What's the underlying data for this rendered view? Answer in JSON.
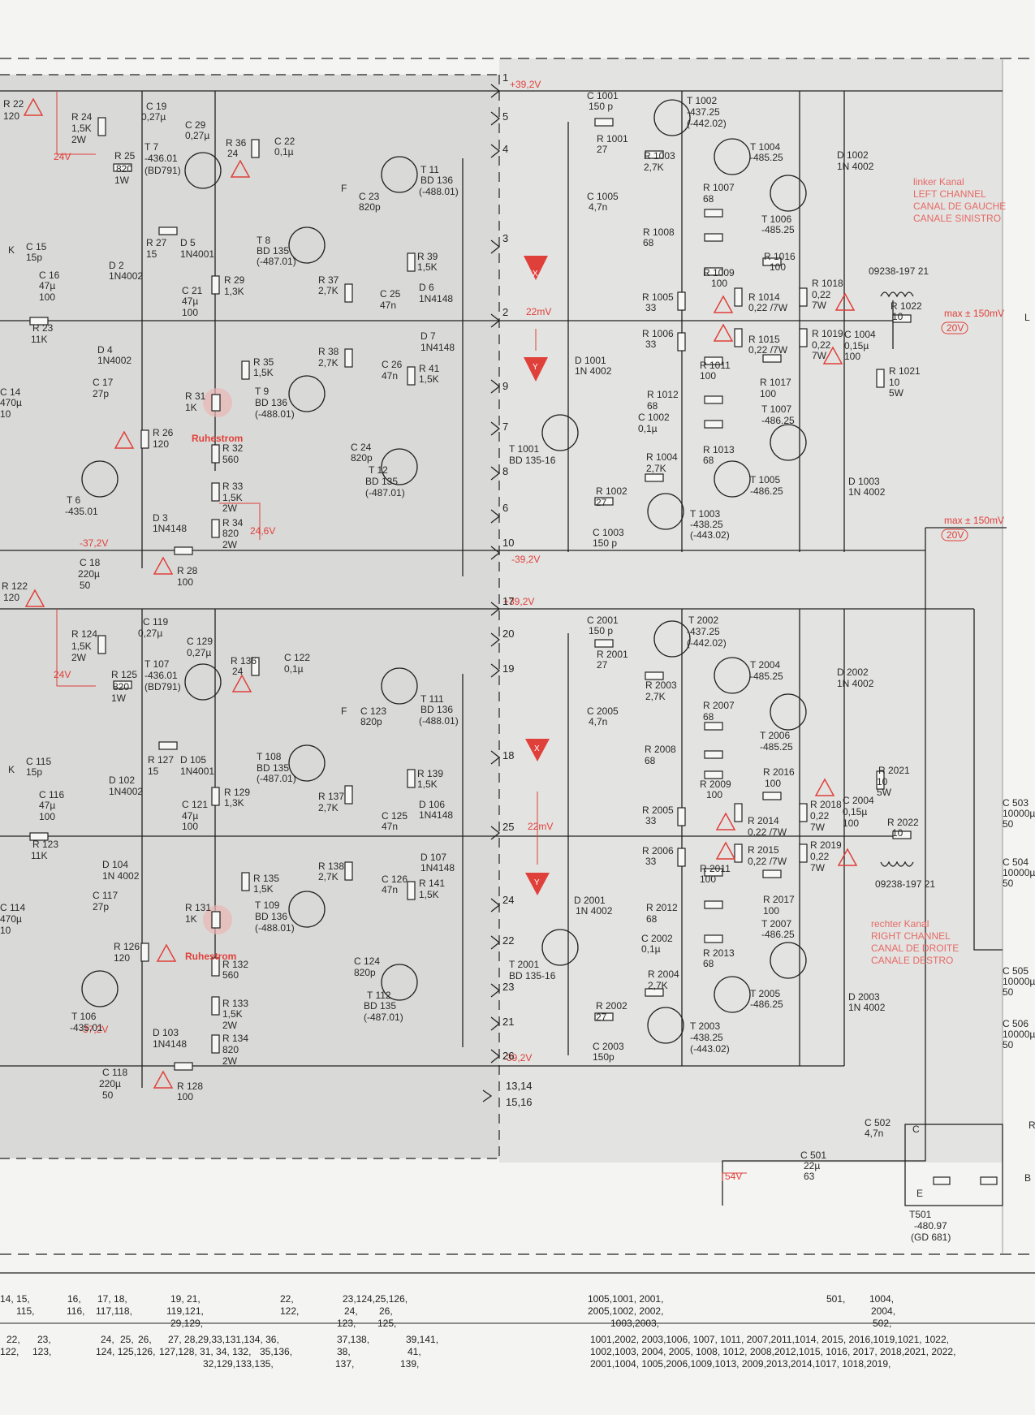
{
  "left_channel": [
    "linker Kanal",
    "LEFT CHANNEL",
    "CANAL DE GAUCHE",
    "CANALE SINISTRO"
  ],
  "right_channel": [
    "rechter Kanal",
    "RIGHT CHANNEL",
    "CANAL DE DROITE",
    "CANALE DESTRO"
  ],
  "voltages": {
    "pos_top": "+39,2V",
    "neg_top": "-39,2V",
    "pos_bot": "+39,2V",
    "neg_bot": "-39,2V",
    "v24_top": "24V",
    "v24_bot": "24V",
    "vneg37_top": "-37,2V",
    "vneg37_bot": "-37,2V",
    "v246": "24,6V",
    "v22_top": "22mV",
    "v22_bot": "22mV",
    "v54": "54V",
    "max_top": "max ± 150mV",
    "max_mid": "max ± 150mV",
    "v20_top": "20V",
    "v20_mid": "20V"
  },
  "ruhestrom": "Ruhestrom",
  "markers": {
    "x": "X",
    "y": "Y"
  },
  "pins_top": [
    "1",
    "5",
    "4",
    "3",
    "2",
    "9",
    "7",
    "8",
    "6",
    "10"
  ],
  "pins_bot": [
    "17",
    "20",
    "19",
    "18",
    "25",
    "24",
    "22",
    "23",
    "21",
    "26"
  ],
  "pins_extra": [
    "13,14",
    "15,16"
  ],
  "coil_top": "09238-197 21",
  "coil_bot": "09238-197 21",
  "components_left_top": [
    {
      "t": "R 22"
    },
    {
      "t": "120"
    },
    {
      "t": "R 24"
    },
    {
      "t": "1,5K"
    },
    {
      "t": "2W"
    },
    {
      "t": "C 19"
    },
    {
      "t": "0,27µ"
    },
    {
      "t": "C 29"
    },
    {
      "t": "0,27µ"
    },
    {
      "t": "R 25"
    },
    {
      "t": "820"
    },
    {
      "t": "1W"
    },
    {
      "t": "T 7"
    },
    {
      "t": "-436.01"
    },
    {
      "t": "(BD791)"
    },
    {
      "t": "R 36"
    },
    {
      "t": "24"
    },
    {
      "t": "C 22"
    },
    {
      "t": "0,1µ"
    },
    {
      "t": "T 11"
    },
    {
      "t": "BD 136"
    },
    {
      "t": "(-488.01)"
    },
    {
      "t": "C 23"
    },
    {
      "t": "820p"
    },
    {
      "t": "C 15"
    },
    {
      "t": "15p"
    },
    {
      "t": "R 27"
    },
    {
      "t": "15"
    },
    {
      "t": "D 5"
    },
    {
      "t": "1N4001"
    },
    {
      "t": "T 8"
    },
    {
      "t": "BD 135"
    },
    {
      "t": "(-487.01)"
    },
    {
      "t": "R 39"
    },
    {
      "t": "1,5K"
    },
    {
      "t": "C 16"
    },
    {
      "t": "47µ"
    },
    {
      "t": "100"
    },
    {
      "t": "D 2"
    },
    {
      "t": "1N4002"
    },
    {
      "t": "R 29"
    },
    {
      "t": "1,3K"
    },
    {
      "t": "R 37"
    },
    {
      "t": "2,7K"
    },
    {
      "t": "C 25"
    },
    {
      "t": "47n"
    },
    {
      "t": "D 6"
    },
    {
      "t": "1N4148"
    },
    {
      "t": "C 21"
    },
    {
      "t": "47µ"
    },
    {
      "t": "100"
    },
    {
      "t": "R 23"
    },
    {
      "t": "11K"
    },
    {
      "t": "D 7"
    },
    {
      "t": "1N4148"
    },
    {
      "t": "D 4"
    },
    {
      "t": "1N4002"
    },
    {
      "t": "R 38"
    },
    {
      "t": "2,7K"
    },
    {
      "t": "C 26"
    },
    {
      "t": "47n"
    },
    {
      "t": "R 41"
    },
    {
      "t": "1,5K"
    },
    {
      "t": "R 35"
    },
    {
      "t": "1,5K"
    },
    {
      "t": "C 14"
    },
    {
      "t": "470µ"
    },
    {
      "t": "10"
    },
    {
      "t": "C 17"
    },
    {
      "t": "27p"
    },
    {
      "t": "R 31"
    },
    {
      "t": "1K"
    },
    {
      "t": "T 9"
    },
    {
      "t": "BD 136"
    },
    {
      "t": "(-488.01)"
    },
    {
      "t": "R 26"
    },
    {
      "t": "120"
    },
    {
      "t": "C 24"
    },
    {
      "t": "820p"
    },
    {
      "t": "R 32"
    },
    {
      "t": "560"
    },
    {
      "t": "T 12"
    },
    {
      "t": "BD 135"
    },
    {
      "t": "(-487.01)"
    },
    {
      "t": "T 6"
    },
    {
      "t": "-435.01"
    },
    {
      "t": "R 33"
    },
    {
      "t": "1,5K"
    },
    {
      "t": "2W"
    },
    {
      "t": "D 3"
    },
    {
      "t": "1N4148"
    },
    {
      "t": "R 34"
    },
    {
      "t": "820"
    },
    {
      "t": "2W"
    },
    {
      "t": "C 18"
    },
    {
      "t": "220µ"
    },
    {
      "t": "50"
    },
    {
      "t": "R 28"
    },
    {
      "t": "100"
    },
    {
      "t": "K"
    },
    {
      "t": "F"
    }
  ],
  "components_left_bot": [
    {
      "t": "R 122"
    },
    {
      "t": "120"
    },
    {
      "t": "R 124"
    },
    {
      "t": "1,5K"
    },
    {
      "t": "2W"
    },
    {
      "t": "C 119"
    },
    {
      "t": "0,27µ"
    },
    {
      "t": "C 129"
    },
    {
      "t": "0,27µ"
    },
    {
      "t": "R 125"
    },
    {
      "t": "820"
    },
    {
      "t": "1W"
    },
    {
      "t": "T 107"
    },
    {
      "t": "-436.01"
    },
    {
      "t": "(BD791)"
    },
    {
      "t": "R 136"
    },
    {
      "t": "24"
    },
    {
      "t": "C 122"
    },
    {
      "t": "0,1µ"
    },
    {
      "t": "T 111"
    },
    {
      "t": "BD 136"
    },
    {
      "t": "(-488.01)"
    },
    {
      "t": "C 123"
    },
    {
      "t": "820p"
    },
    {
      "t": "C 115"
    },
    {
      "t": "15p"
    },
    {
      "t": "R 127"
    },
    {
      "t": "15"
    },
    {
      "t": "D 105"
    },
    {
      "t": "1N4001"
    },
    {
      "t": "T 108"
    },
    {
      "t": "BD 135"
    },
    {
      "t": "(-487.01)"
    },
    {
      "t": "R 139"
    },
    {
      "t": "1,5K"
    },
    {
      "t": "C 116"
    },
    {
      "t": "47µ"
    },
    {
      "t": "100"
    },
    {
      "t": "D 102"
    },
    {
      "t": "1N4002"
    },
    {
      "t": "R 129"
    },
    {
      "t": "1,3K"
    },
    {
      "t": "R 137"
    },
    {
      "t": "2,7K"
    },
    {
      "t": "C 125"
    },
    {
      "t": "47n"
    },
    {
      "t": "D 106"
    },
    {
      "t": "1N4148"
    },
    {
      "t": "C 121"
    },
    {
      "t": "47µ"
    },
    {
      "t": "100"
    },
    {
      "t": "R 123"
    },
    {
      "t": "11K"
    },
    {
      "t": "D 107"
    },
    {
      "t": "1N4148"
    },
    {
      "t": "D 104"
    },
    {
      "t": "1N 4002"
    },
    {
      "t": "R 138"
    },
    {
      "t": "2,7K"
    },
    {
      "t": "C 126"
    },
    {
      "t": "47n"
    },
    {
      "t": "R 141"
    },
    {
      "t": "1,5K"
    },
    {
      "t": "R 135"
    },
    {
      "t": "1,5K"
    },
    {
      "t": "C 114"
    },
    {
      "t": "470µ"
    },
    {
      "t": "10"
    },
    {
      "t": "C 117"
    },
    {
      "t": "27p"
    },
    {
      "t": "R 131"
    },
    {
      "t": "1K"
    },
    {
      "t": "T 109"
    },
    {
      "t": "BD 136"
    },
    {
      "t": "(-488.01)"
    },
    {
      "t": "R 126"
    },
    {
      "t": "120"
    },
    {
      "t": "C 124"
    },
    {
      "t": "820p"
    },
    {
      "t": "R 132"
    },
    {
      "t": "560"
    },
    {
      "t": "T 112"
    },
    {
      "t": "BD 135"
    },
    {
      "t": "(-487.01)"
    },
    {
      "t": "T 106"
    },
    {
      "t": "-435.01"
    },
    {
      "t": "R 133"
    },
    {
      "t": "1,5K"
    },
    {
      "t": "2W"
    },
    {
      "t": "D 103"
    },
    {
      "t": "1N4148"
    },
    {
      "t": "R 134"
    },
    {
      "t": "820"
    },
    {
      "t": "2W"
    },
    {
      "t": "C 118"
    },
    {
      "t": "220µ"
    },
    {
      "t": "50"
    },
    {
      "t": "R 128"
    },
    {
      "t": "100"
    },
    {
      "t": "K"
    },
    {
      "t": "F"
    }
  ],
  "components_right_top": [
    {
      "t": "C 1001"
    },
    {
      "t": "150 p"
    },
    {
      "t": "R 1001"
    },
    {
      "t": "27"
    },
    {
      "t": "T 1002"
    },
    {
      "t": "-437.25"
    },
    {
      "t": "(-442.02)"
    },
    {
      "t": "T 1004"
    },
    {
      "t": "-485.25"
    },
    {
      "t": "D 1002"
    },
    {
      "t": "1N 4002"
    },
    {
      "t": "R 1003"
    },
    {
      "t": "2,7K"
    },
    {
      "t": "C 1005"
    },
    {
      "t": "4,7n"
    },
    {
      "t": "R 1007"
    },
    {
      "t": "68"
    },
    {
      "t": "T 1006"
    },
    {
      "t": "-485.25"
    },
    {
      "t": "R 1008"
    },
    {
      "t": "68"
    },
    {
      "t": "R 1016"
    },
    {
      "t": "100"
    },
    {
      "t": "R 1009"
    },
    {
      "t": "100"
    },
    {
      "t": "R 1018"
    },
    {
      "t": "0,22"
    },
    {
      "t": "7W"
    },
    {
      "t": "R 1005"
    },
    {
      "t": "33"
    },
    {
      "t": "R 1014"
    },
    {
      "t": "0,22 /7W"
    },
    {
      "t": "R 1022"
    },
    {
      "t": "10"
    },
    {
      "t": "R 1006"
    },
    {
      "t": "33"
    },
    {
      "t": "R 1015"
    },
    {
      "t": "0,22 /7W"
    },
    {
      "t": "R 1019"
    },
    {
      "t": "0,22"
    },
    {
      "t": "7W"
    },
    {
      "t": "C 1004"
    },
    {
      "t": "0,15µ"
    },
    {
      "t": "100"
    },
    {
      "t": "D 1001"
    },
    {
      "t": "1N 4002"
    },
    {
      "t": "R 1011"
    },
    {
      "t": "100"
    },
    {
      "t": "R 1017"
    },
    {
      "t": "100"
    },
    {
      "t": "R 1021"
    },
    {
      "t": "10"
    },
    {
      "t": "5W"
    },
    {
      "t": "R 1012"
    },
    {
      "t": "68"
    },
    {
      "t": "T 1007"
    },
    {
      "t": "-486.25"
    },
    {
      "t": "T 1001"
    },
    {
      "t": "BD 135-16"
    },
    {
      "t": "C 1002"
    },
    {
      "t": "0,1µ"
    },
    {
      "t": "R 1013"
    },
    {
      "t": "68"
    },
    {
      "t": "R 1004"
    },
    {
      "t": "2,7K"
    },
    {
      "t": "T 1005"
    },
    {
      "t": "-486.25"
    },
    {
      "t": "D 1003"
    },
    {
      "t": "1N 4002"
    },
    {
      "t": "R 1002"
    },
    {
      "t": "27"
    },
    {
      "t": "T 1003"
    },
    {
      "t": "-438.25"
    },
    {
      "t": "(-443.02)"
    },
    {
      "t": "C 1003"
    },
    {
      "t": "150 p"
    }
  ],
  "components_right_bot": [
    {
      "t": "C 2001"
    },
    {
      "t": "150 p"
    },
    {
      "t": "R 2001"
    },
    {
      "t": "27"
    },
    {
      "t": "T 2002"
    },
    {
      "t": "-437.25"
    },
    {
      "t": "(-442.02)"
    },
    {
      "t": "T 2004"
    },
    {
      "t": "-485.25"
    },
    {
      "t": "D 2002"
    },
    {
      "t": "1N 4002"
    },
    {
      "t": "R 2003"
    },
    {
      "t": "2,7K"
    },
    {
      "t": "C 2005"
    },
    {
      "t": "4,7n"
    },
    {
      "t": "R 2007"
    },
    {
      "t": "68"
    },
    {
      "t": "T 2006"
    },
    {
      "t": "-485.25"
    },
    {
      "t": "R 2008"
    },
    {
      "t": "68"
    },
    {
      "t": "R 2016"
    },
    {
      "t": "100"
    },
    {
      "t": "R 2009"
    },
    {
      "t": "100"
    },
    {
      "t": "R 2021"
    },
    {
      "t": "10"
    },
    {
      "t": "5W"
    },
    {
      "t": "R 2005"
    },
    {
      "t": "33"
    },
    {
      "t": "R 2014"
    },
    {
      "t": "0,22 /7W"
    },
    {
      "t": "R 2018"
    },
    {
      "t": "0,22"
    },
    {
      "t": "7W"
    },
    {
      "t": "C 2004"
    },
    {
      "t": "0,15µ"
    },
    {
      "t": "100"
    },
    {
      "t": "R 2022"
    },
    {
      "t": "10"
    },
    {
      "t": "R 2006"
    },
    {
      "t": "33"
    },
    {
      "t": "R 2015"
    },
    {
      "t": "0,22 /7W"
    },
    {
      "t": "R 2019"
    },
    {
      "t": "0,22"
    },
    {
      "t": "7W"
    },
    {
      "t": "R 2011"
    },
    {
      "t": "100"
    },
    {
      "t": "R 2017"
    },
    {
      "t": "100"
    },
    {
      "t": "D 2001"
    },
    {
      "t": "1N 4002"
    },
    {
      "t": "R 2012"
    },
    {
      "t": "68"
    },
    {
      "t": "T 2007"
    },
    {
      "t": "-486.25"
    },
    {
      "t": "T 2001"
    },
    {
      "t": "BD 135-16"
    },
    {
      "t": "C 2002"
    },
    {
      "t": "0,1µ"
    },
    {
      "t": "R 2013"
    },
    {
      "t": "68"
    },
    {
      "t": "R 2004"
    },
    {
      "t": "2,7K"
    },
    {
      "t": "T 2005"
    },
    {
      "t": "-486.25"
    },
    {
      "t": "D 2003"
    },
    {
      "t": "1N 4002"
    },
    {
      "t": "R 2002"
    },
    {
      "t": "27"
    },
    {
      "t": "T 2003"
    },
    {
      "t": "-438.25"
    },
    {
      "t": "(-443.02)"
    },
    {
      "t": "C 2003"
    },
    {
      "t": "150p"
    }
  ],
  "components_far_right": [
    {
      "t": "C 503"
    },
    {
      "t": "10000µ"
    },
    {
      "t": "50"
    },
    {
      "t": "C 504"
    },
    {
      "t": "10000µ"
    },
    {
      "t": "50"
    },
    {
      "t": "C 505"
    },
    {
      "t": "10000µ"
    },
    {
      "t": "50"
    },
    {
      "t": "C 506"
    },
    {
      "t": "10000µ"
    },
    {
      "t": "50"
    },
    {
      "t": "C 502"
    },
    {
      "t": "4,7n"
    },
    {
      "t": "C 501"
    },
    {
      "t": "22µ"
    },
    {
      "t": "63"
    },
    {
      "t": "T501"
    },
    {
      "t": "-480.97"
    },
    {
      "t": "(GD 681)"
    },
    {
      "t": "C"
    },
    {
      "t": "B"
    },
    {
      "t": "E"
    },
    {
      "t": "R"
    },
    {
      "t": "L"
    }
  ],
  "table_row1": [
    {
      "t": "14, 15,"
    },
    {
      "t": "16,"
    },
    {
      "t": "17, 18,"
    },
    {
      "t": "19, 21,"
    },
    {
      "t": "22,"
    },
    {
      "t": "23,124,25,126,"
    },
    {
      "t": "1005,1001, 2001,"
    },
    {
      "t": "501,"
    },
    {
      "t": "1004,"
    }
  ],
  "table_row2": [
    {
      "t": "115,"
    },
    {
      "t": "116,"
    },
    {
      "t": "117,118,"
    },
    {
      "t": "119,121,"
    },
    {
      "t": "122,"
    },
    {
      "t": "24,"
    },
    {
      "t": "26,"
    },
    {
      "t": "2005,1002, 2002,"
    },
    {
      "t": "2004,"
    }
  ],
  "table_row3": [
    {
      "t": "29,129,"
    },
    {
      "t": "123,"
    },
    {
      "t": "125,"
    },
    {
      "t": "1003,2003,"
    },
    {
      "t": "502,"
    }
  ],
  "table_row4": [
    {
      "t": "22,"
    },
    {
      "t": "23,"
    },
    {
      "t": "24,"
    },
    {
      "t": "25,"
    },
    {
      "t": "26,"
    },
    {
      "t": "27, 28,29,33,131,134, 36,"
    },
    {
      "t": "37,138,"
    },
    {
      "t": "39,141,"
    },
    {
      "t": "1001,2002, 2003,1006, 1007, 1011, 2007,2011,1014, 2015, 2016,1019,1021, 1022,"
    }
  ],
  "table_row5": [
    {
      "t": "122,"
    },
    {
      "t": "123,"
    },
    {
      "t": "124, 125,126,"
    },
    {
      "t": "127,128, 31, 34, 132,"
    },
    {
      "t": "35,136,"
    },
    {
      "t": "38,"
    },
    {
      "t": "41,"
    },
    {
      "t": "1002,1003, 2004, 2005, 1008, 1012, 2008,2012,1015, 1016, 2017, 2018,2021, 2022,"
    }
  ],
  "table_row6": [
    {
      "t": "32,129,133,135,"
    },
    {
      "t": "137,"
    },
    {
      "t": "139,"
    },
    {
      "t": "2001,1004, 1005,2006,1009,1013, 2009,2013,2014,1017, 1018,2019,"
    }
  ],
  "colors": {
    "red": "#e0403a",
    "grey_panel": "#d8d8d6",
    "ink": "#222222"
  }
}
